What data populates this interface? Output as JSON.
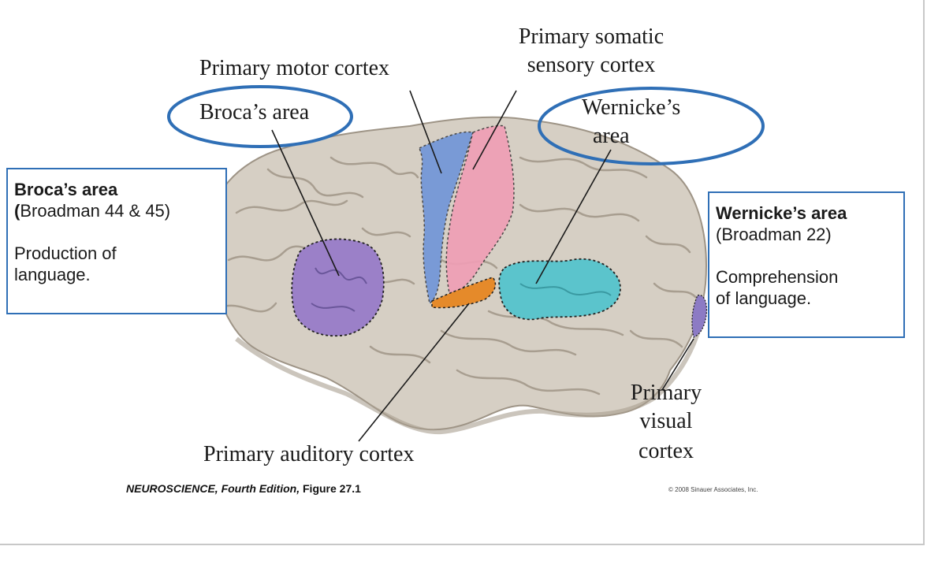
{
  "labels": {
    "primary_motor": "Primary motor cortex",
    "primary_somatic_line1": "Primary somatic",
    "primary_somatic_line2": "sensory cortex",
    "broca_label": "Broca’s area",
    "wernicke_line1": "Wernicke’s",
    "wernicke_line2": "area",
    "primary_auditory": "Primary auditory cortex",
    "primary_visual_line1": "Primary",
    "primary_visual_line2": "visual",
    "primary_visual_line3": "cortex"
  },
  "broca_box": {
    "title": "Broca’s area",
    "paren_open": "(",
    "subtitle": "Broadman 44 & 45)",
    "desc_line1": "Production of",
    "desc_line2": "language."
  },
  "wernicke_box": {
    "title": "Wernicke’s area",
    "subtitle": "(Broadman 22)",
    "desc_line1": "Comprehension",
    "desc_line2": "of language."
  },
  "caption": {
    "book": "NEUROSCIENCE, Fourth Edition,",
    "figure": " Figure 27.1"
  },
  "copyright": "© 2008 Sinauer Associates, Inc.",
  "colors": {
    "brain": "#d6cfc4",
    "motor": "#6f95d8",
    "somatosensory": "#ef9fb5",
    "broca": "#9b80c8",
    "wernicke": "#5bc4cc",
    "auditory": "#e58a2a",
    "visual": "#8c7bc4",
    "highlight": "#2f6fb6"
  }
}
